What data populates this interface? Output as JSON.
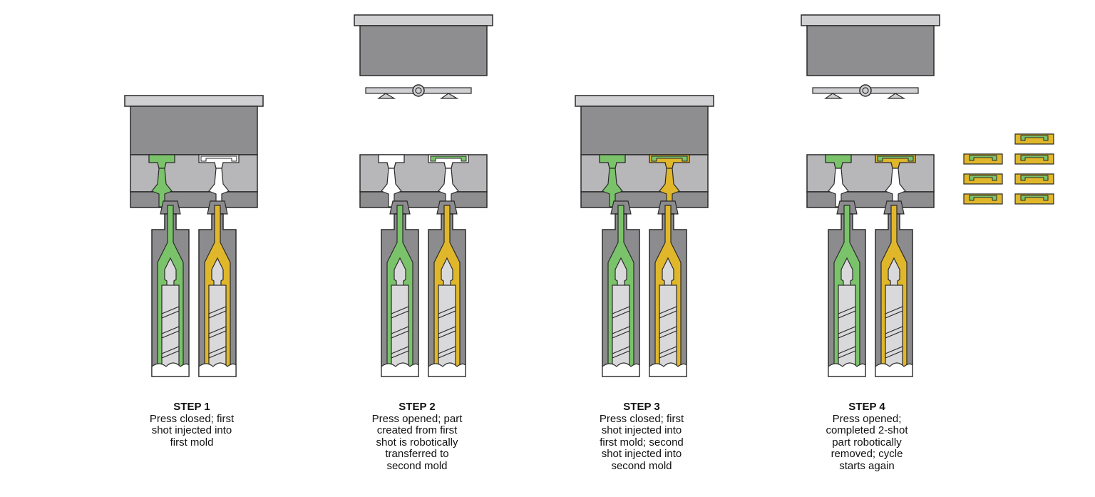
{
  "steps": [
    {
      "title": "STEP 1",
      "description": "Press closed; first\nshot injected into\nfirst mold",
      "press": "closed"
    },
    {
      "title": "STEP 2",
      "description": "Press opened; part\ncreated from first\nshot is robotically\ntransferred to\nsecond mold",
      "press": "opened"
    },
    {
      "title": "STEP 3",
      "description": "Press closed; first\nshot injected into\nfirst mold; second\nshot injected into\nsecond mold",
      "press": "closed"
    },
    {
      "title": "STEP 4",
      "description": "Press opened;\ncompleted 2-shot\npart robotically\nremoved; cycle\nstarts again",
      "press": "opened"
    }
  ],
  "colors": {
    "first_shot": "#7ac36a",
    "second_shot": "#e0b72b",
    "mold_dark": "#8e8e90",
    "mold_light": "#b7b7b9",
    "platen": "#d0d0d2",
    "barrel": "#8c8c8e",
    "screw": "#d9d9db",
    "outline": "#2a2a2a"
  },
  "completed_parts_count": 7
}
